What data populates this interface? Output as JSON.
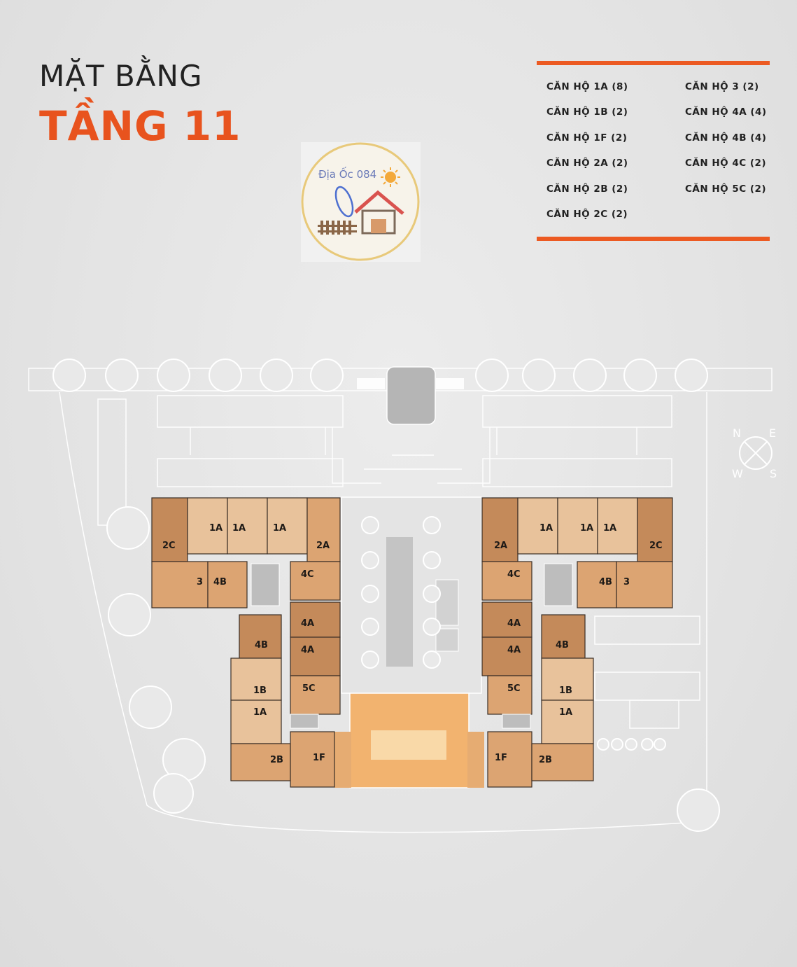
{
  "header": {
    "title_line1": "MẶT BẰNG",
    "title_line2": "TẦNG 11"
  },
  "legend": {
    "left": [
      "CĂN HỘ 1A (8)",
      "CĂN HỘ 1B (2)",
      "CĂN HỘ 1F (2)",
      "CĂN HỘ 2A (2)",
      "CĂN HỘ 2B (2)",
      "CĂN HỘ 2C (2)"
    ],
    "right": [
      "CĂN HỘ 3 (2)",
      "CĂN HỘ 4A (4)",
      "CĂN HỘ 4B (4)",
      "CĂN HỘ 4C (2)",
      "CĂN HỘ 5C (2)"
    ]
  },
  "watermark": {
    "text": "Địa Ốc 084"
  },
  "compass": {
    "n": "N",
    "e": "E",
    "w": "W",
    "s": "S"
  },
  "units": {
    "left_1a_a": "1A",
    "left_1a_b": "1A",
    "left_1a_c": "1A",
    "left_2c": "2C",
    "left_2a": "2A",
    "left_3": "3",
    "left_4b_top": "4B",
    "left_4c": "4C",
    "left_4a_a": "4A",
    "left_4a_b": "4A",
    "left_4b": "4B",
    "left_1b": "1B",
    "left_1a_d": "1A",
    "left_5c": "5C",
    "left_2b": "2B",
    "left_1f": "1F",
    "right_1a_a": "1A",
    "right_1a_b": "1A",
    "right_1a_c": "1A",
    "right_2a": "2A",
    "right_2c": "2C",
    "right_4c": "4C",
    "right_4b_top": "4B",
    "right_3": "3",
    "right_4a_a": "4A",
    "right_4a_b": "4A",
    "right_4b": "4B",
    "right_1b": "1B",
    "right_1a_d": "1A",
    "right_5c": "5C",
    "right_1f": "1F",
    "right_2b": "2B"
  },
  "colors": {
    "accent": "#e8531e",
    "unit_dark": "#c48a5a",
    "unit_mid": "#dca472",
    "unit_light": "#e8c29b",
    "amenity": "#f2b36f"
  }
}
